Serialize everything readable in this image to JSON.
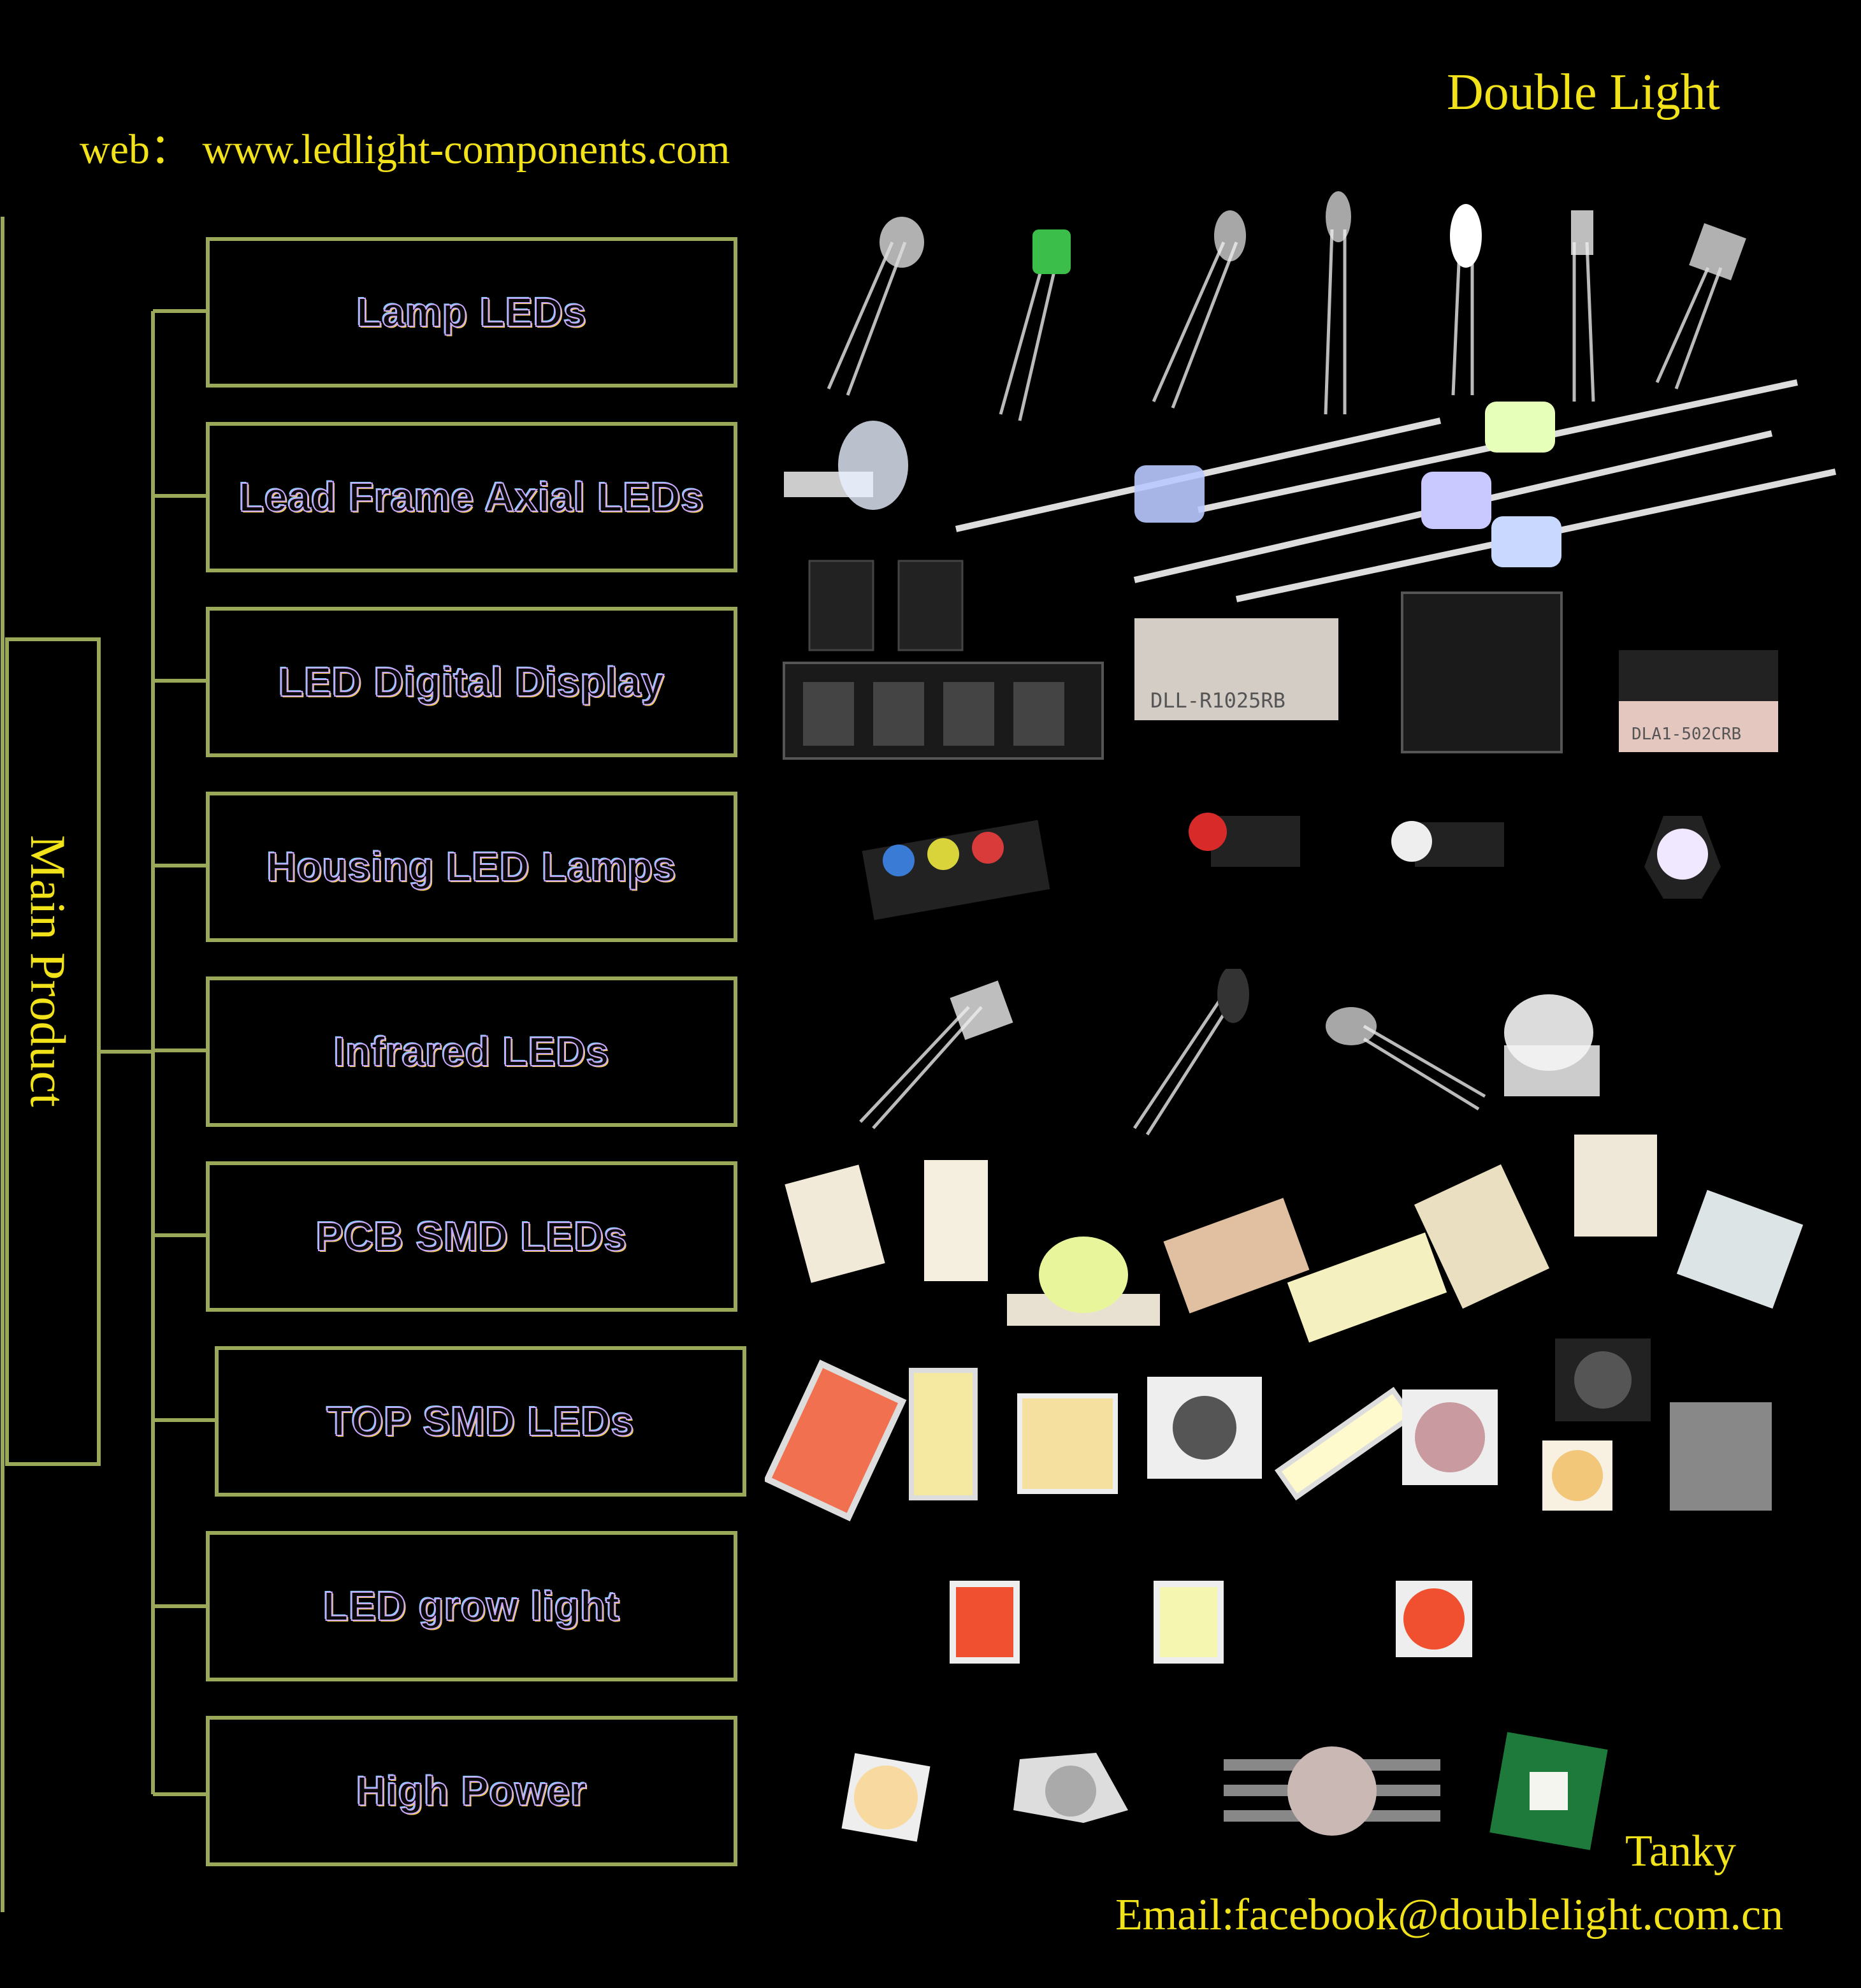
{
  "header": {
    "brand": "Double Light",
    "website": "web：  www.ledlight-components.com"
  },
  "main_label": "Main   Product",
  "categories": [
    {
      "label": "Lamp LEDs"
    },
    {
      "label": "Lead Frame Axial LEDs"
    },
    {
      "label": "LED Digital Display"
    },
    {
      "label": "Housing LED Lamps"
    },
    {
      "label": "Infrared LEDs"
    },
    {
      "label": "PCB SMD LEDs"
    },
    {
      "label": "TOP SMD LEDs"
    },
    {
      "label": "LED grow light"
    },
    {
      "label": "High Power"
    }
  ],
  "product_photos": {
    "display_part_numbers": [
      "DLL-R1025RB",
      "DLA1-502CRB"
    ]
  },
  "footer": {
    "name": "Tanky",
    "email": "Email:facebook@doublelight.com.cn"
  },
  "colors": {
    "text_accent": "#f2e21a",
    "tree_line": "#9aa85a",
    "background": "#000000"
  }
}
